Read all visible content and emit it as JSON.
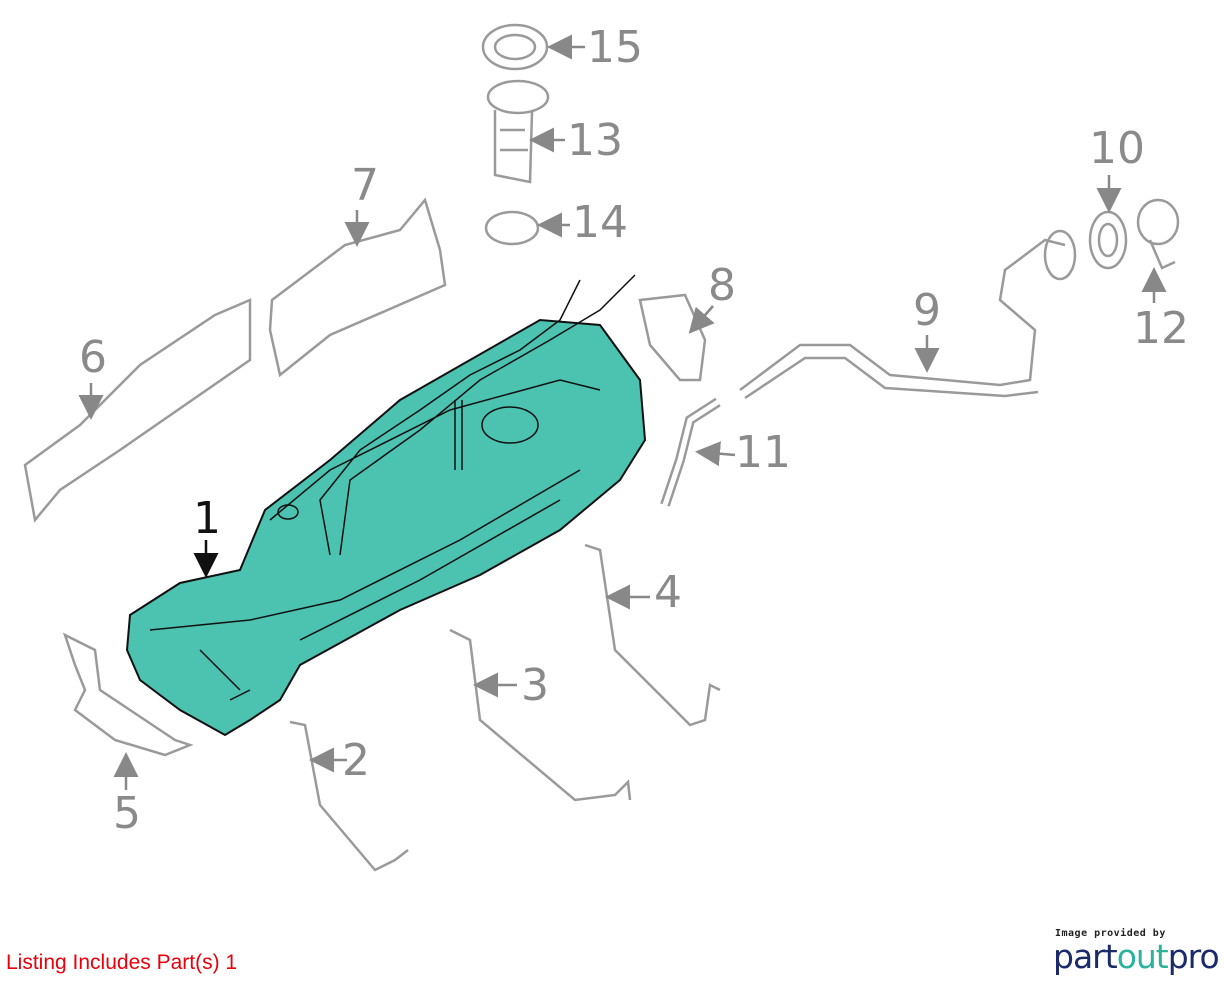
{
  "diagram": {
    "callouts": [
      {
        "id": "1",
        "label": "1",
        "selected": true
      },
      {
        "id": "2",
        "label": "2"
      },
      {
        "id": "3",
        "label": "3"
      },
      {
        "id": "4",
        "label": "4"
      },
      {
        "id": "5",
        "label": "5"
      },
      {
        "id": "6",
        "label": "6"
      },
      {
        "id": "7",
        "label": "7"
      },
      {
        "id": "8",
        "label": "8"
      },
      {
        "id": "9",
        "label": "9"
      },
      {
        "id": "10",
        "label": "10"
      },
      {
        "id": "11",
        "label": "11"
      },
      {
        "id": "12",
        "label": "12"
      },
      {
        "id": "13",
        "label": "13"
      },
      {
        "id": "14",
        "label": "14"
      },
      {
        "id": "15",
        "label": "15"
      }
    ],
    "highlight_color": "#4cc2b0",
    "outline_color": "#9a9a9a"
  },
  "footer": {
    "listing_text": "Listing Includes Part(s) 1",
    "credit_text": "Image provided by",
    "logo": {
      "part1": "part",
      "part2": "out",
      "part3": "pro"
    }
  }
}
